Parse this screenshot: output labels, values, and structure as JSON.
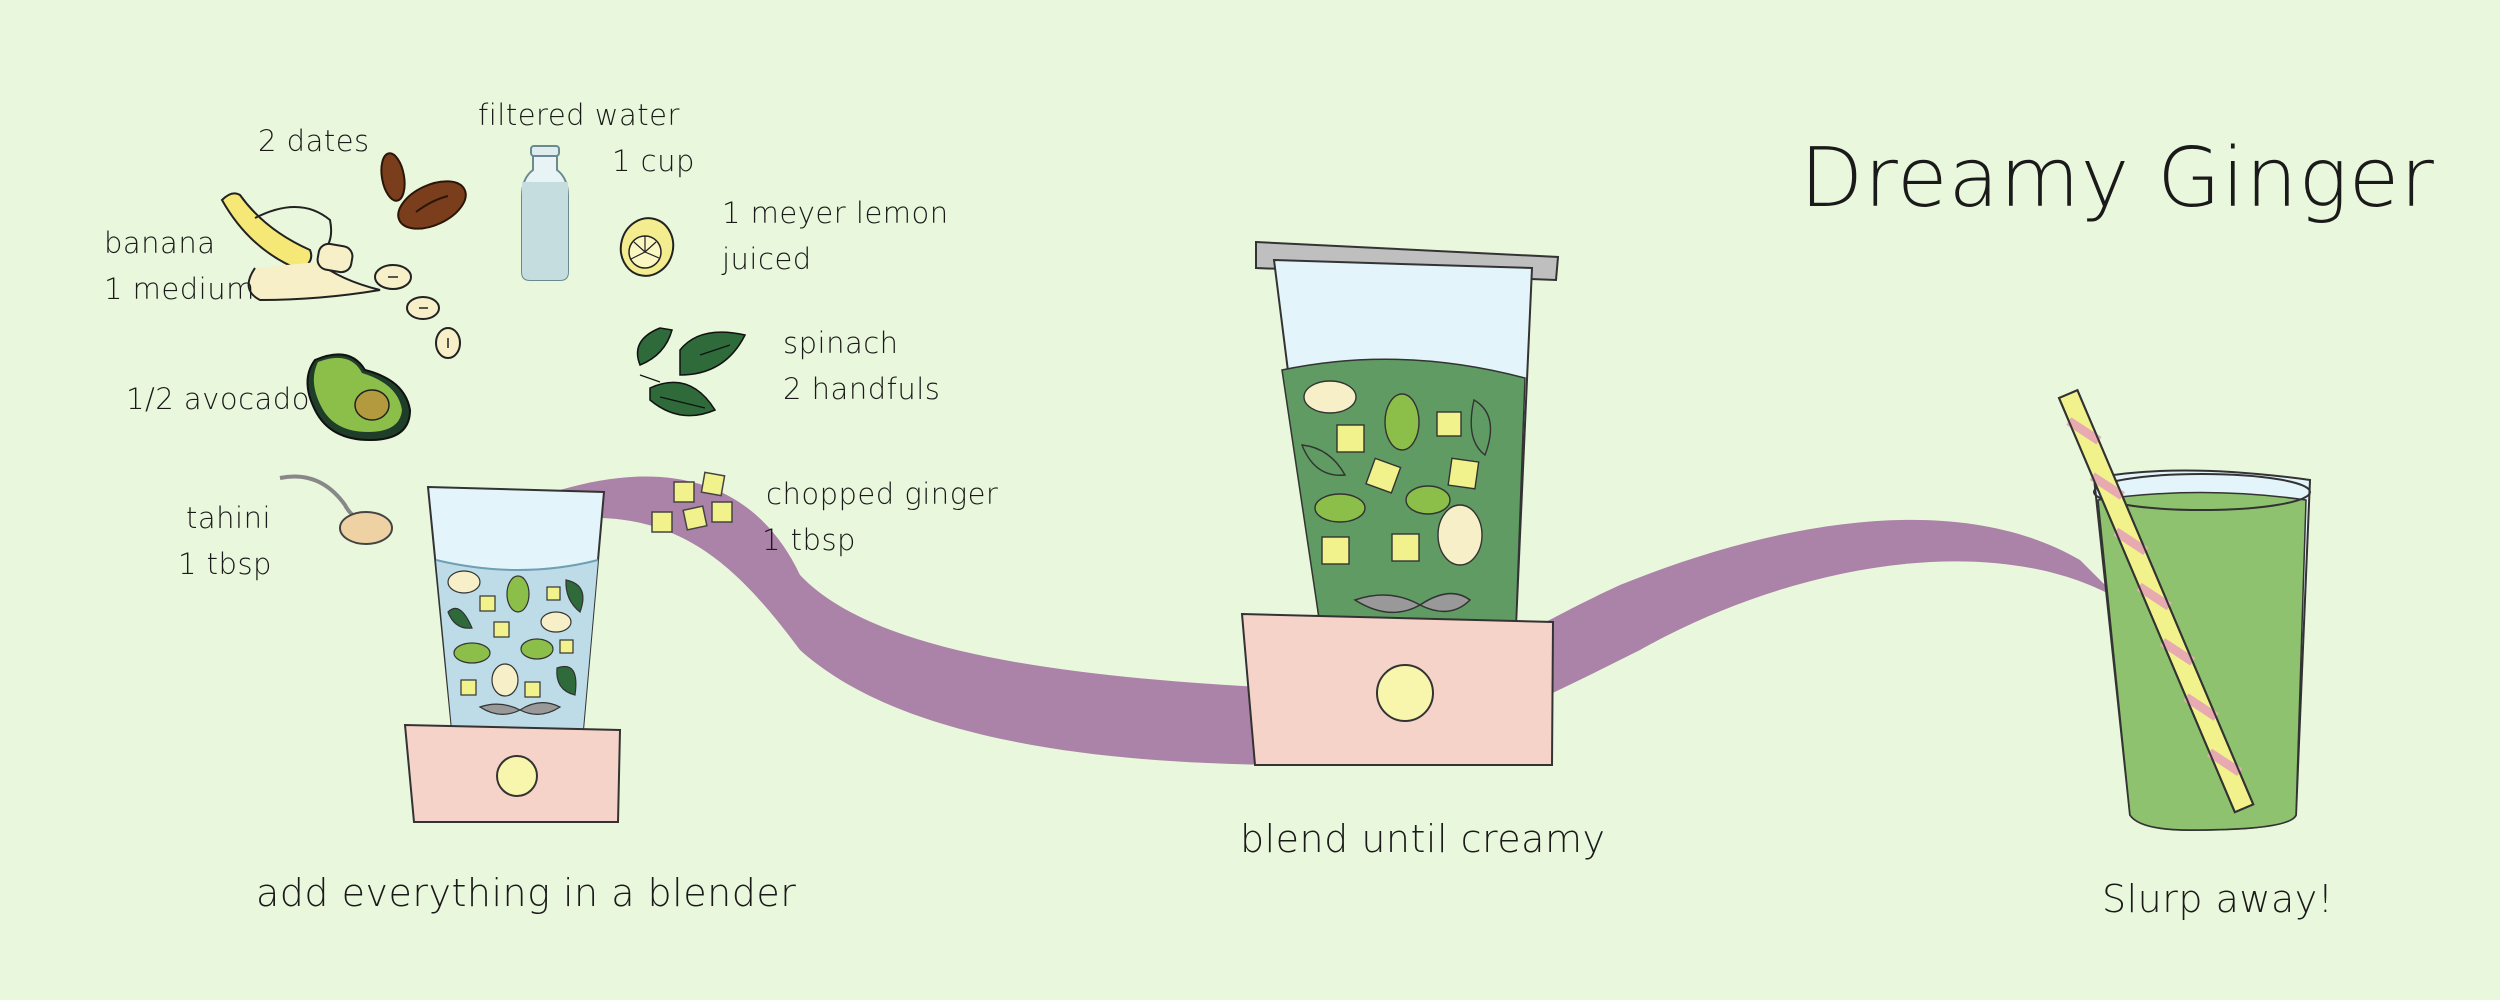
{
  "title": "Dreamy Ginger",
  "ingredients": {
    "dates": {
      "line1": "2 dates"
    },
    "water": {
      "line1": "filtered water",
      "line2": "1 cup"
    },
    "lemon": {
      "line1": "1 meyer lemon",
      "line2": "juiced"
    },
    "banana": {
      "line1": "banana",
      "line2": "1 medium"
    },
    "spinach": {
      "line1": "spinach",
      "line2": "2 handfuls"
    },
    "avocado": {
      "line1": "1/2 avocado"
    },
    "tahini": {
      "line1": "tahini",
      "line2": "1 tbsp"
    },
    "ginger": {
      "line1": "chopped ginger",
      "line2": "1 tbsp"
    }
  },
  "steps": [
    {
      "label": "add everything in a blender"
    },
    {
      "label": "blend until creamy"
    },
    {
      "label": "Slurp away!"
    }
  ],
  "colors": {
    "background": "#e9f7dc",
    "ribbon": "#ab82a8",
    "blender_base": "#f6d3c9",
    "smoothie": "#5f9b62",
    "ginger": "#f2f28d",
    "spinach": "#2f6a3a"
  }
}
